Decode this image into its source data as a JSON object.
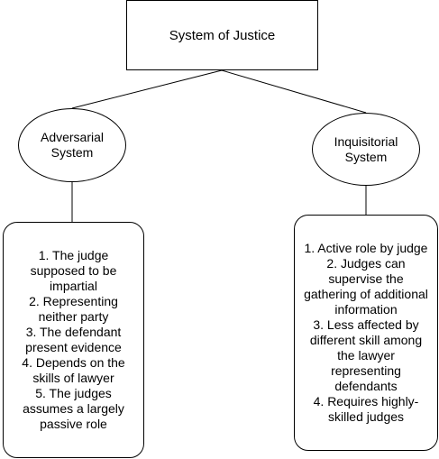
{
  "root": {
    "label": "System of Justice"
  },
  "adversarial": {
    "label_lines": [
      "Adversarial",
      "System"
    ],
    "points": [
      "1. The judge",
      "supposed to be",
      "impartial",
      "2. Representing",
      "neither party",
      "3. The defendant",
      "present evidence",
      "4. Depends on the",
      "skills of lawyer",
      "5. The judges",
      "assumes a largely",
      "passive role"
    ]
  },
  "inquisitorial": {
    "label_lines": [
      "Inquisitorial",
      "System"
    ],
    "points": [
      "1. Active role by judge",
      "2. Judges can",
      "supervise the",
      "gathering of additional",
      "information",
      "3. Less affected by",
      "different skill among",
      "the lawyer",
      "representing",
      "defendants",
      "4. Requires highly-",
      "skilled judges"
    ]
  },
  "colors": {
    "stroke": "#000000",
    "fill": "#ffffff",
    "text": "#000000"
  }
}
